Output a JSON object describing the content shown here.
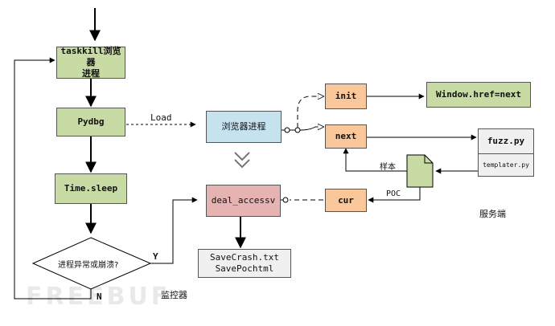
{
  "nodes": {
    "taskkill": "taskkill浏览器\n进程",
    "pydbg": "Pydbg",
    "timesleep": "Time.sleep",
    "decision": "进程异常或崩溃?",
    "browser": "浏览器进程",
    "deal": "deal_accessv",
    "savecrash_line1": "SaveCrash.txt",
    "savecrash_line2": "SavePochtml",
    "init": "init",
    "next": "next",
    "cur": "cur",
    "window": "Window.href=next",
    "fuzz_title": "fuzz.py",
    "fuzz_sub": "templater.py"
  },
  "labels": {
    "load": "Load",
    "y": "Y",
    "n": "N",
    "monitor": "监控器",
    "sample": "样本",
    "poc": "POC",
    "server": "服务端"
  },
  "watermark": "FREEBUF",
  "colors": {
    "green": "#c8dba5",
    "blue": "#c5e2ee",
    "orange": "#f9c79a",
    "pink": "#e6b3b3",
    "note": "#c8dba5"
  }
}
